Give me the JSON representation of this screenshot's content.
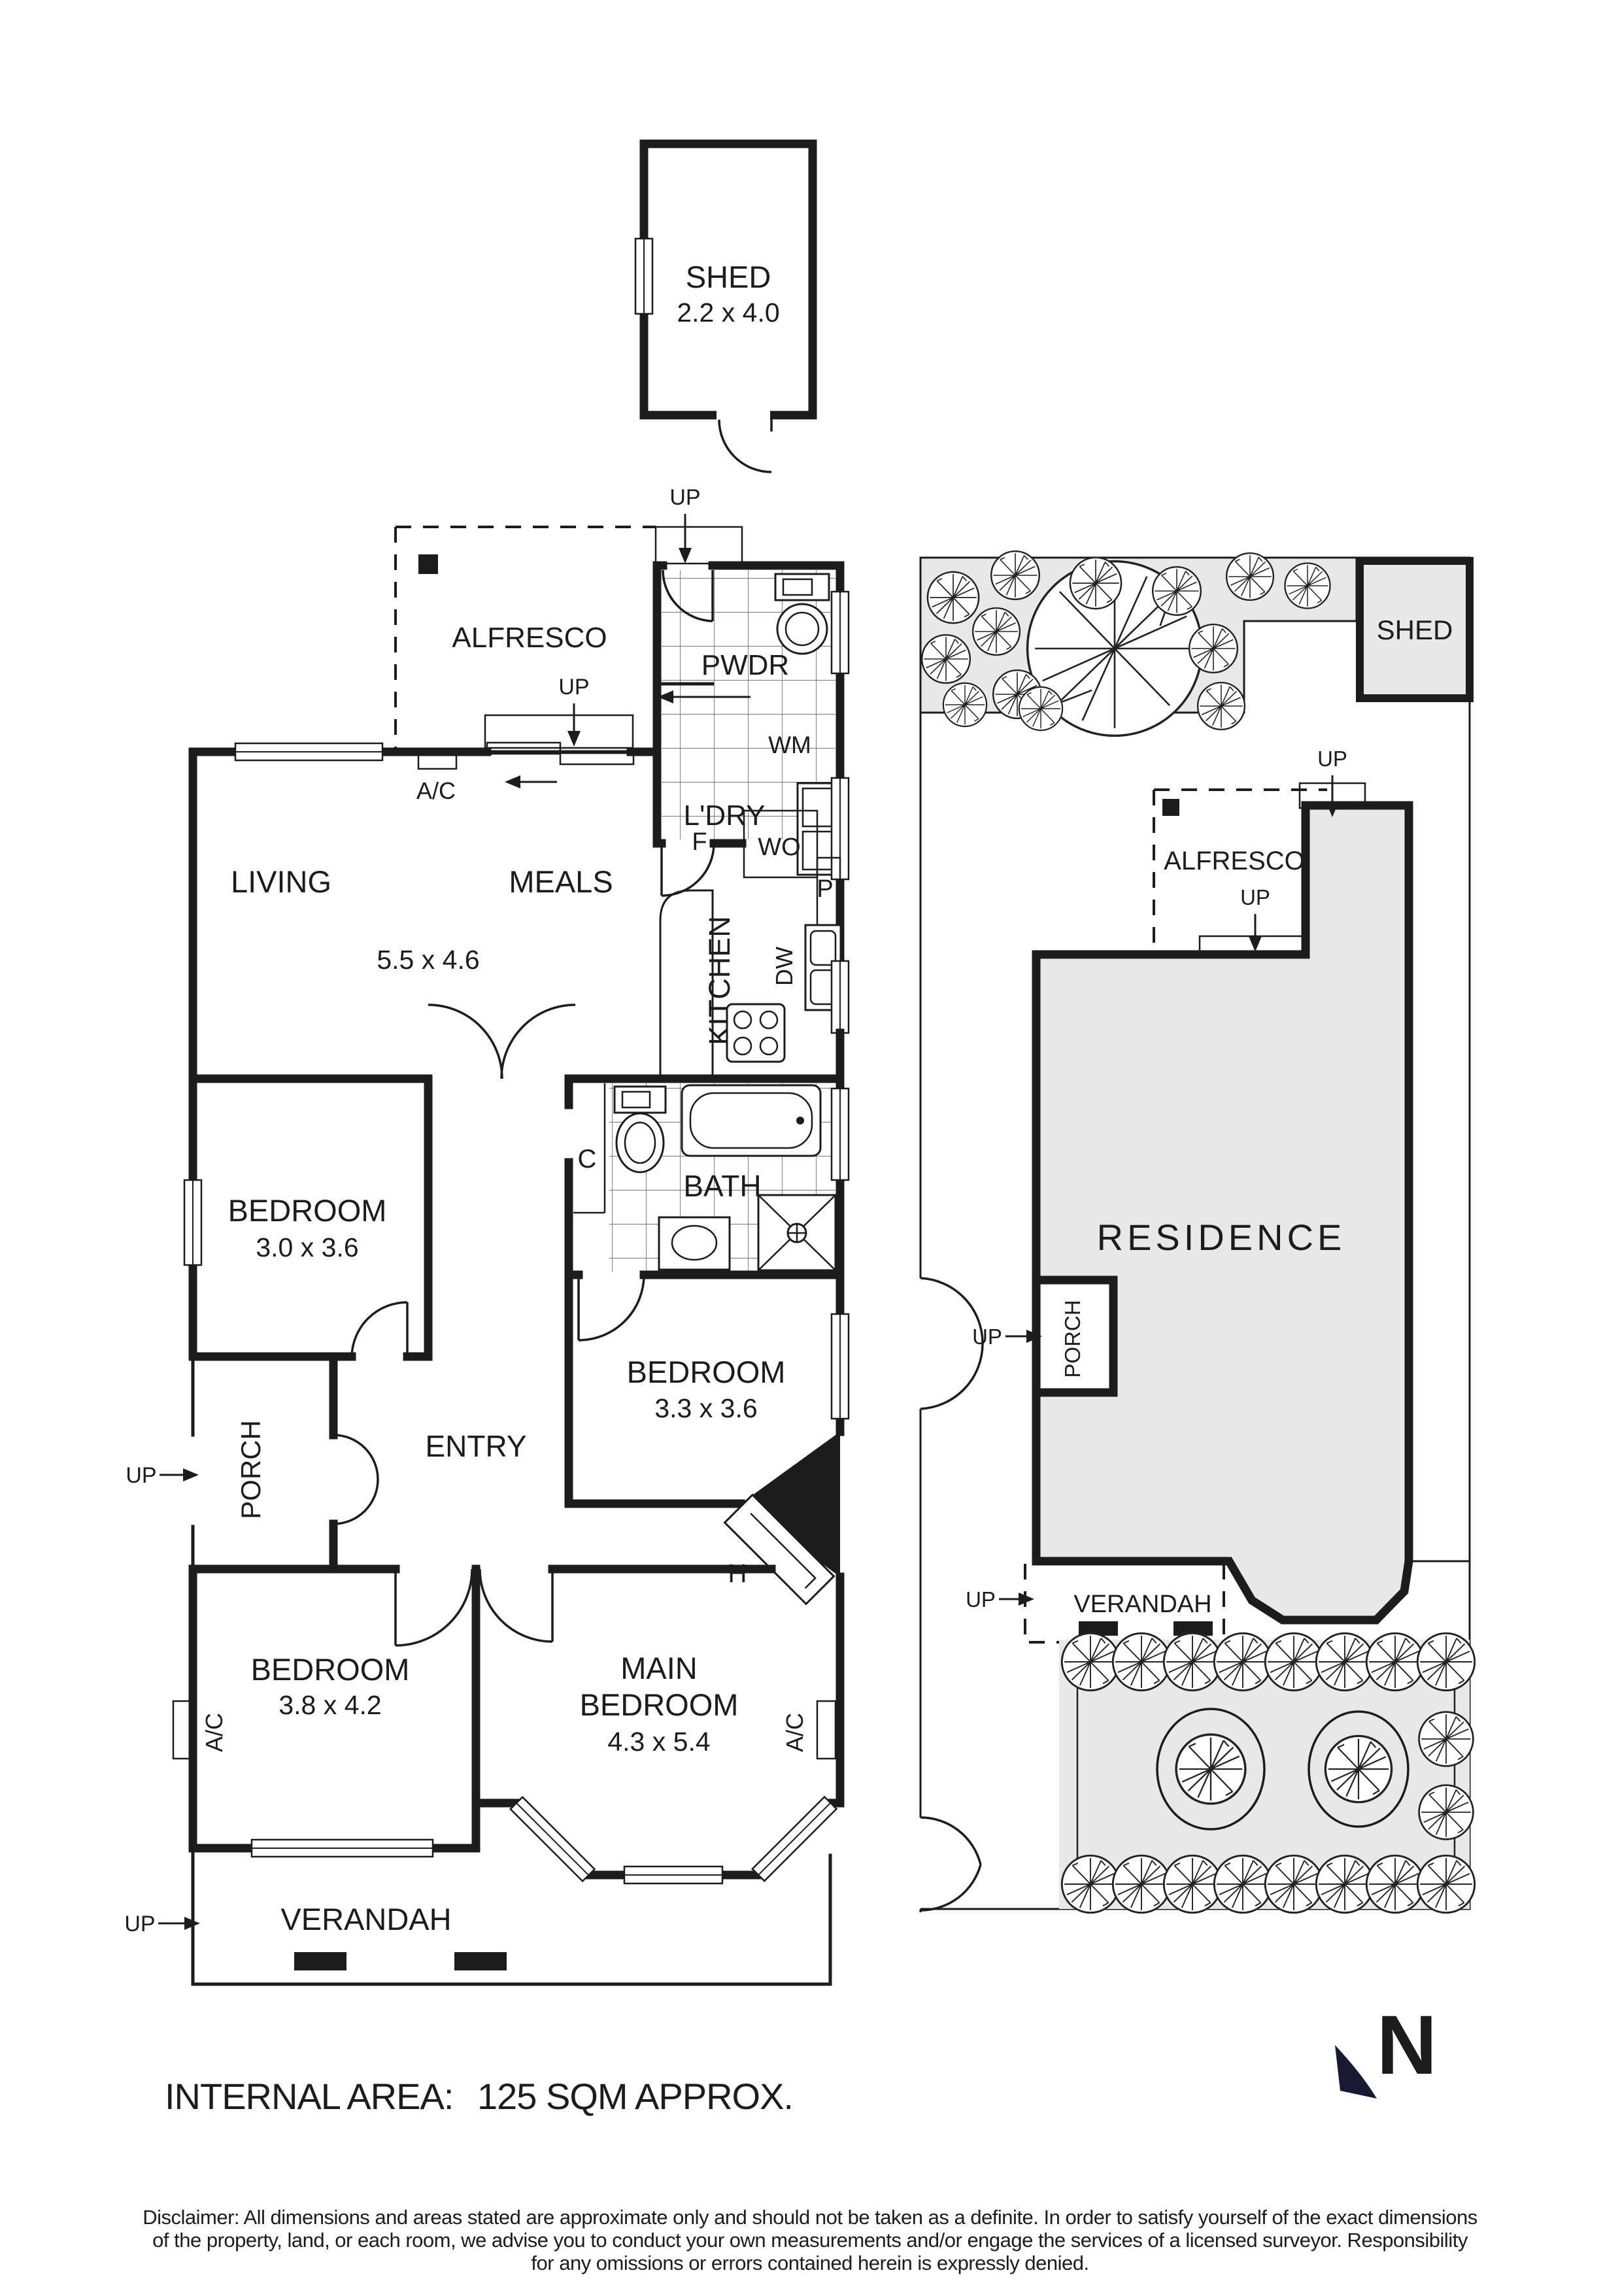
{
  "floor_plan": {
    "shed": {
      "name": "SHED",
      "dims": "2.2 x 4.0"
    },
    "alfresco": "ALFRESCO",
    "pwdr": "PWDR",
    "wm": "WM",
    "ldry": "L'DRY",
    "ac": "A/C",
    "fridge": "F",
    "wall_oven": "WO",
    "pantry": "P",
    "living": "LIVING",
    "meals": "MEALS",
    "living_dims": "5.5 x 4.6",
    "kitchen": "KITCHEN",
    "dishwasher": "DW",
    "cupboard": "C",
    "bath": "BATH",
    "bedroom1": {
      "name": "BEDROOM",
      "dims": "3.0 x 3.6"
    },
    "bedroom2": {
      "name": "BEDROOM",
      "dims": "3.3 x 3.6"
    },
    "bedroom3": {
      "name": "BEDROOM",
      "dims": "3.8 x 4.2"
    },
    "main_bedroom": {
      "line1": "MAIN",
      "line2": "BEDROOM",
      "dims": "4.3 x 5.4"
    },
    "porch": "PORCH",
    "entry": "ENTRY",
    "hearth": "H",
    "verandah": "VERANDAH",
    "up": "UP"
  },
  "site_plan": {
    "shed": "SHED",
    "alfresco": "ALFRESCO",
    "residence": "RESIDENCE",
    "porch": "PORCH",
    "verandah": "VERANDAH",
    "up": "UP"
  },
  "north": {
    "label": "N"
  },
  "footer": {
    "internal_area_label": "INTERNAL AREA:",
    "internal_area_value": "125 SQM APPROX."
  },
  "disclaimer": {
    "line1": "Disclaimer: All dimensions and areas stated are approximate only and should not be taken as a definite. In order to satisfy yourself of the exact dimensions",
    "line2": "of the property, land, or each room, we advise you to conduct your own measurements and/or engage the services of a licensed surveyor. Responsibility",
    "line3": "for any omissions or errors contained herein is expressly denied."
  },
  "colors": {
    "line": "#1c1c1c",
    "site_fill": "#e8e8e8",
    "north": "#161b33"
  }
}
